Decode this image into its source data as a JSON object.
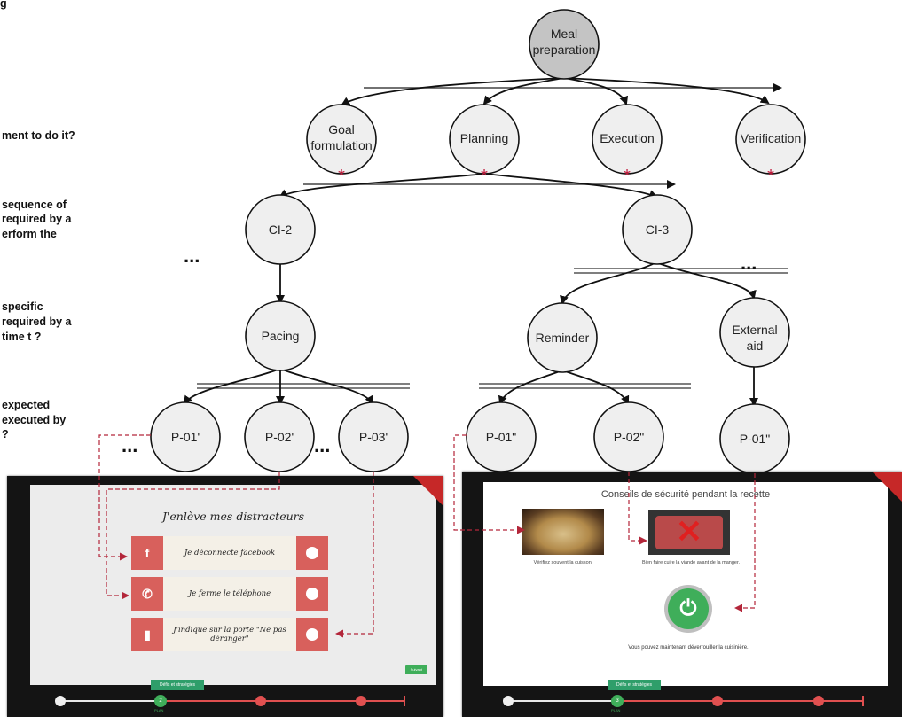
{
  "header_letter": "g",
  "questions": [
    [
      "ment to do it?"
    ],
    [
      "sequence of",
      "required by a",
      "erform the"
    ],
    [
      "specific",
      "required by a",
      "time t ?"
    ],
    [
      "expected",
      "executed by",
      "?"
    ]
  ],
  "tree": {
    "root": [
      "Meal",
      "preparation"
    ],
    "level1": [
      {
        "label": [
          "Goal",
          "formulation"
        ]
      },
      {
        "label": [
          "Planning"
        ]
      },
      {
        "label": [
          "Execution"
        ]
      },
      {
        "label": [
          "Verification"
        ]
      }
    ],
    "level2": [
      "CI-2",
      "CI-3"
    ],
    "level3": [
      "Pacing",
      "Reminder",
      [
        "External",
        "aid"
      ]
    ],
    "level4": [
      "P-01'",
      "P-02'",
      "P-03'",
      "P-01\"",
      "P-02\"",
      "P-01\""
    ],
    "ellipsis": "..."
  },
  "left_screen": {
    "title": "J'enlève mes distracteurs",
    "rows": [
      {
        "icon": "f",
        "text": "Je déconnecte facebook"
      },
      {
        "icon": "✆",
        "text": "Je ferme le téléphone"
      },
      {
        "icon": "▮",
        "text": "J'indique sur la porte \"Ne pas déranger\""
      }
    ],
    "start_button": "Suivant",
    "progress": {
      "bubble": "Défis et stratégies",
      "step": "2",
      "step_label": "PLAN"
    }
  },
  "right_screen": {
    "title": "Conseils de sécurité pendant la recette",
    "captions": [
      "Vérifiez souvent la cuisson.",
      "Bien faire cuire la viande avant de la manger."
    ],
    "unlock_text": "Vous pouvez maintenant déverrouiller la cuisinière.",
    "progress": {
      "bubble": "Défis et stratégies",
      "step": "3",
      "step_label": "PLAN"
    }
  },
  "colors": {
    "star": "#c0173a",
    "dashed_link": "#b3263a",
    "accent_green": "#3fae5a",
    "accent_red": "#d8605c"
  }
}
